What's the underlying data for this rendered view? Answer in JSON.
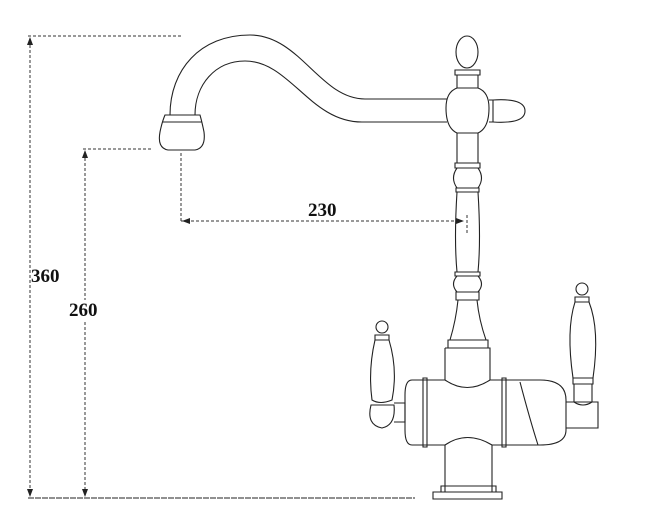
{
  "dimensions": {
    "total_height": "360",
    "spout_height": "260",
    "spout_reach": "230"
  },
  "colors": {
    "line": "#222222",
    "background": "#ffffff"
  }
}
